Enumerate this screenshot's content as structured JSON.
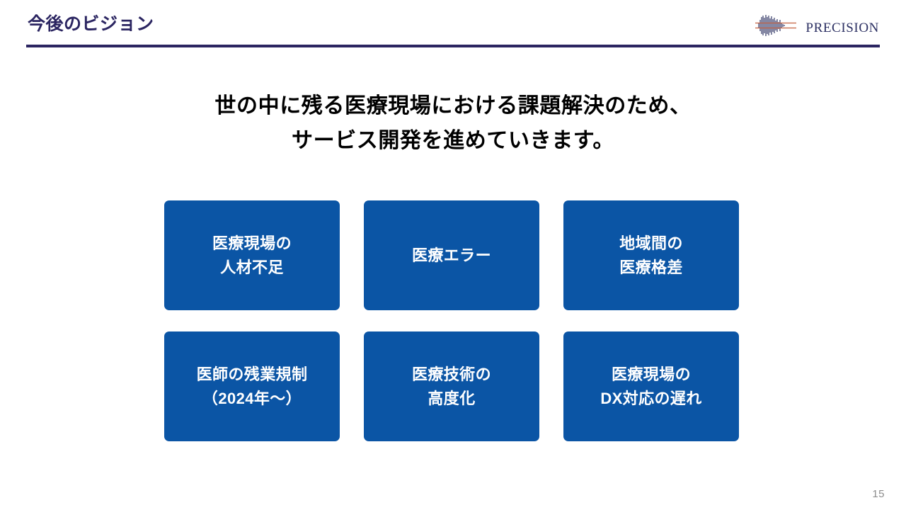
{
  "slide": {
    "title": "今後のビジョン",
    "page_number": "15",
    "accent_navy": "#2b2561",
    "card_blue": "#0b55a5",
    "page_number_color": "#8d8d8d"
  },
  "logo": {
    "wordmark": "Precision",
    "mark_name": "waveform-mark",
    "mark_color": "#2b2f62",
    "mark_accent_color": "#c2603f"
  },
  "lead": {
    "lines": [
      "世の中に残る医療現場における課題解決のため、",
      "サービス開発を進めていきます。"
    ]
  },
  "cards": [
    {
      "id": "staff-shortage",
      "lines": [
        "医療現場の",
        "人材不足"
      ]
    },
    {
      "id": "medical-error",
      "lines": [
        "医療エラー"
      ]
    },
    {
      "id": "regional-gap",
      "lines": [
        "地域間の",
        "医療格差"
      ]
    },
    {
      "id": "overtime-rules",
      "lines": [
        "医師の残業規制",
        "（2024年〜）"
      ]
    },
    {
      "id": "tech-advancement",
      "lines": [
        "医療技術の",
        "高度化"
      ]
    },
    {
      "id": "dx-delay",
      "lines": [
        "医療現場の",
        "DX対応の遅れ"
      ]
    }
  ]
}
